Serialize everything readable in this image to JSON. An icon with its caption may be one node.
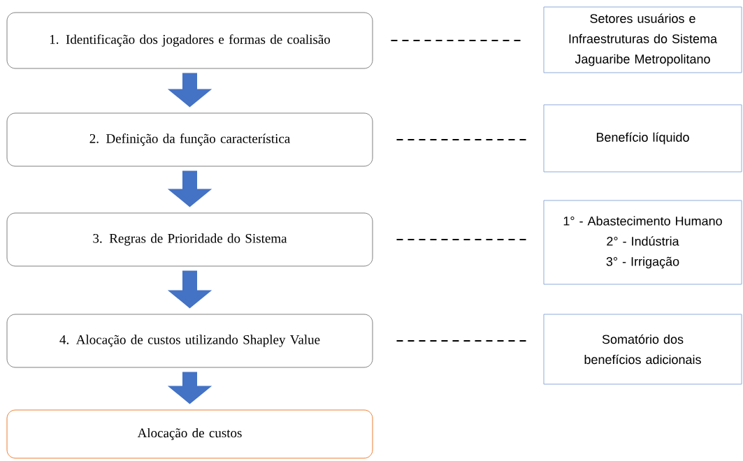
{
  "diagram": {
    "nodes": [
      {
        "text": [
          "1. Identificação dos jogadores e formas de coalisão"
        ]
      },
      {
        "text": [
          "2. Definição da função característica"
        ]
      },
      {
        "text": [
          "3. Regras de Prioridade do Sistema"
        ]
      },
      {
        "text": [
          "4. Alocação de custos utilizando Shapley Value"
        ]
      },
      {
        "text": [
          "Alocação de custos"
        ]
      },
      {
        "text": [
          "Setores usuários e Infraestruturas do Sistema Jaguaribe Metropolitano"
        ]
      },
      {
        "text": [
          "Benefício líquido"
        ]
      },
      {
        "text": [
          "1° - Abastecimento Humano",
          "2° - Indústria",
          "3° - Irrigação"
        ]
      },
      {
        "text": [
          "Somatório dos benefícios adicionais"
        ]
      }
    ],
    "edges": [
      {
        "from": 0,
        "to": 1,
        "arrow": "to",
        "style": "thick",
        "color": "#4472c4"
      },
      {
        "from": 1,
        "to": 2,
        "arrow": "to",
        "style": "thick",
        "color": "#4472c4"
      },
      {
        "from": 2,
        "to": 3,
        "arrow": "to",
        "style": "thick",
        "color": "#4472c4"
      },
      {
        "from": 3,
        "to": 4,
        "arrow": "to",
        "style": "thick",
        "color": "#4472c4"
      },
      {
        "from": 0,
        "to": 5,
        "arrow": "none",
        "style": "dashed",
        "color": "#000000"
      },
      {
        "from": 1,
        "to": 6,
        "arrow": "none",
        "style": "dashed",
        "color": "#000000"
      },
      {
        "from": 2,
        "to": 7,
        "arrow": "none",
        "style": "dashed",
        "color": "#000000"
      },
      {
        "from": 3,
        "to": 8,
        "arrow": "none",
        "style": "dashed",
        "color": "#000000"
      }
    ]
  }
}
